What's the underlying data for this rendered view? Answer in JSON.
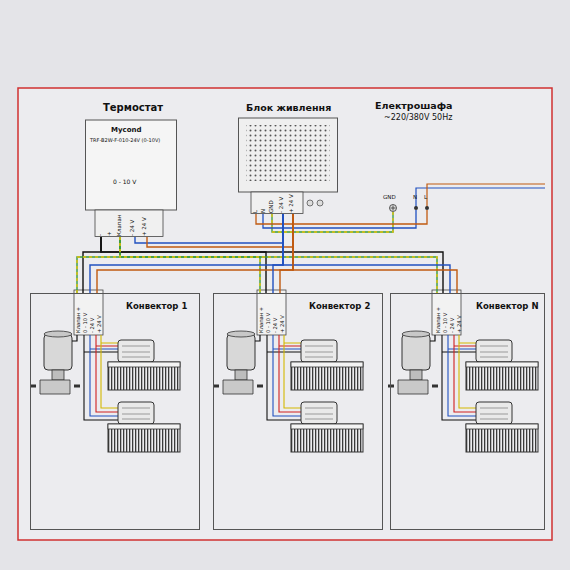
{
  "diagram": {
    "nodes": [
      {
        "text": [
          "Термостат",
          "Mycond",
          "TRF-B2W-F-010-24V (0-10V)",
          "0 - 10 V"
        ]
      },
      {
        "text": [
          "Блок живлення"
        ]
      },
      {
        "text": [
          "Конвектор 1"
        ]
      },
      {
        "text": [
          "Конвектор 2"
        ]
      },
      {
        "text": [
          "Конвектор N"
        ]
      }
    ],
    "edges": [
      {
        "from": 0,
        "to": 2,
        "arrow": "none"
      },
      {
        "from": 0,
        "to": 3,
        "arrow": "none"
      },
      {
        "from": 0,
        "to": 4,
        "arrow": "none"
      },
      {
        "from": 1,
        "to": 0,
        "arrow": "none"
      },
      {
        "from": 1,
        "to": 2,
        "arrow": "none"
      },
      {
        "from": 1,
        "to": 3,
        "arrow": "none"
      },
      {
        "from": 1,
        "to": 4,
        "arrow": "none"
      }
    ],
    "labels": [
      "-",
      "+",
      "Клапан",
      "- 24 V",
      "+ 24 V",
      "L",
      "N",
      "GND",
      "- 24 V",
      "+ 24 V",
      "Електрошафа",
      "~220/380V 50Hz",
      "GND",
      "N",
      "L",
      "Клапан +",
      "0 - 10 V",
      "- 24 V",
      "+ 24 V",
      "Клапан +",
      "0 - 10 V",
      "- 24 V",
      "+ 24 V",
      "Клапан +",
      "0 - 10 V",
      "- 24 V",
      "+ 24 V"
    ]
  }
}
